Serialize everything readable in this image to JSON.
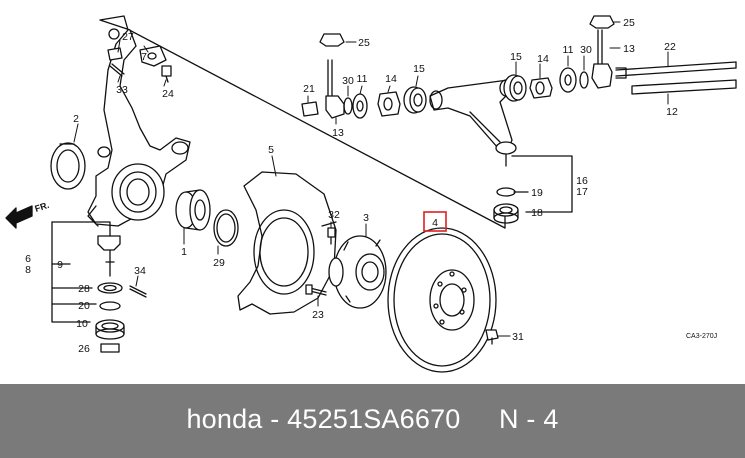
{
  "diagram": {
    "callouts": [
      {
        "key": "c27",
        "text": "27"
      },
      {
        "key": "c33",
        "text": "33"
      },
      {
        "key": "c7",
        "text": "7"
      },
      {
        "key": "c24",
        "text": "24"
      },
      {
        "key": "c2",
        "text": "2"
      },
      {
        "key": "c25a",
        "text": "25"
      },
      {
        "key": "c21",
        "text": "21"
      },
      {
        "key": "c30a",
        "text": "30"
      },
      {
        "key": "c11a",
        "text": "11"
      },
      {
        "key": "c14a",
        "text": "14"
      },
      {
        "key": "c15a",
        "text": "15"
      },
      {
        "key": "c13a",
        "text": "13"
      },
      {
        "key": "c15b",
        "text": "15"
      },
      {
        "key": "c14b",
        "text": "14"
      },
      {
        "key": "c11b",
        "text": "11"
      },
      {
        "key": "c30b",
        "text": "30"
      },
      {
        "key": "c13b",
        "text": "13"
      },
      {
        "key": "c25b",
        "text": "25"
      },
      {
        "key": "c22",
        "text": "22"
      },
      {
        "key": "c12",
        "text": "12"
      },
      {
        "key": "c16",
        "text": "16"
      },
      {
        "key": "c17",
        "text": "17"
      },
      {
        "key": "c19",
        "text": "19"
      },
      {
        "key": "c18",
        "text": "18"
      },
      {
        "key": "c5",
        "text": "5"
      },
      {
        "key": "c1",
        "text": "1"
      },
      {
        "key": "c29",
        "text": "29"
      },
      {
        "key": "c32",
        "text": "32"
      },
      {
        "key": "c3",
        "text": "3"
      },
      {
        "key": "c23",
        "text": "23"
      },
      {
        "key": "c4",
        "text": "4"
      },
      {
        "key": "c31",
        "text": "31"
      },
      {
        "key": "c6",
        "text": "6"
      },
      {
        "key": "c8",
        "text": "8"
      },
      {
        "key": "c9",
        "text": "9"
      },
      {
        "key": "c34",
        "text": "34"
      },
      {
        "key": "c28",
        "text": "28"
      },
      {
        "key": "c20",
        "text": "20"
      },
      {
        "key": "c10",
        "text": "10"
      },
      {
        "key": "c26",
        "text": "26"
      }
    ],
    "direction_label": "FR.",
    "diagram_code": "CA3-270J"
  },
  "footer": {
    "brand": "honda",
    "separator": "-",
    "part_number": "45251SA6670",
    "position_label": "N - 4"
  },
  "colors": {
    "footer_background": "#7a7a7a",
    "footer_text": "#ffffff",
    "highlight_box": "#e02020",
    "line_art": "#111111"
  }
}
